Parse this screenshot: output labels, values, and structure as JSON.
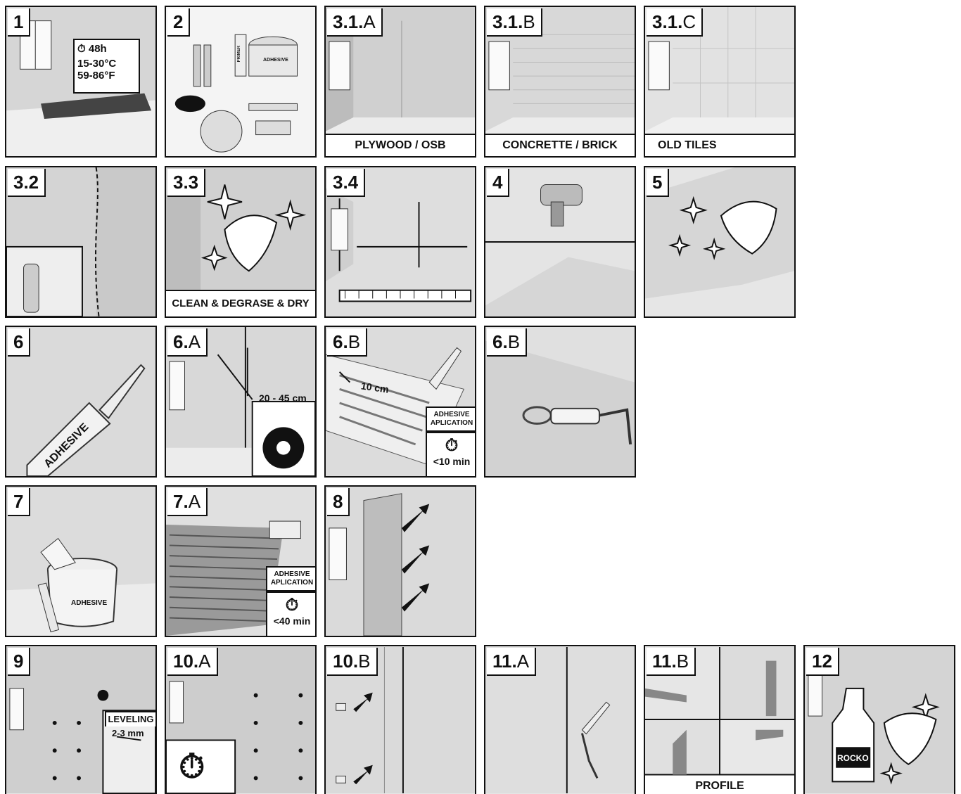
{
  "steps": {
    "s1": {
      "num": "1",
      "suffix": "",
      "time": "48h",
      "temp_c": "15-30°C",
      "temp_f": "59-86°F"
    },
    "s2": {
      "num": "2",
      "suffix": "",
      "bucket_label": "ADHESIVE",
      "primer_label": "PRIMER"
    },
    "s31a": {
      "num": "3.1.",
      "suffix": "A",
      "caption": "PLYWOOD / OSB"
    },
    "s31b": {
      "num": "3.1.",
      "suffix": "B",
      "caption": "CONCRETTE / BRICK"
    },
    "s31c": {
      "num": "3.1.",
      "suffix": "C",
      "caption": "OLD TILES"
    },
    "s32": {
      "num": "3.2",
      "suffix": ""
    },
    "s33": {
      "num": "3.3",
      "suffix": "",
      "caption": "CLEAN & DEGRASE & DRY"
    },
    "s34": {
      "num": "3.4",
      "suffix": ""
    },
    "s4": {
      "num": "4",
      "suffix": ""
    },
    "s5": {
      "num": "5",
      "suffix": ""
    },
    "s6": {
      "num": "6",
      "suffix": "",
      "tube_label": "ADHESIVE"
    },
    "s6a": {
      "num": "6.",
      "suffix": "A",
      "distance": "20 - 45 cm"
    },
    "s6b1": {
      "num": "6.",
      "suffix": "B",
      "spacing": "10 cm",
      "note_line1": "ADHESIVE",
      "note_line2": "APLICATION",
      "time": "<10 min"
    },
    "s6b2": {
      "num": "6.",
      "suffix": "B"
    },
    "s7": {
      "num": "7",
      "suffix": "",
      "bucket_label": "ADHESIVE"
    },
    "s7a": {
      "num": "7.",
      "suffix": "A",
      "note_line1": "ADHESIVE",
      "note_line2": "APLICATION",
      "time": "<40 min"
    },
    "s8": {
      "num": "8",
      "suffix": ""
    },
    "s9": {
      "num": "9",
      "suffix": "",
      "leveling": "LEVELING",
      "gap": "2-3 mm"
    },
    "s10a": {
      "num": "10.",
      "suffix": "A"
    },
    "s10b": {
      "num": "10.",
      "suffix": "B"
    },
    "s11a": {
      "num": "11.",
      "suffix": "A"
    },
    "s11b": {
      "num": "11.",
      "suffix": "B",
      "caption": "PROFILE"
    },
    "s12": {
      "num": "12",
      "suffix": "",
      "bottle_label": "ROCKO"
    }
  },
  "colors": {
    "ink": "#111111",
    "panel_bg": "#e6e6e6",
    "wall": "#d4d4d4",
    "floor": "#ededed"
  }
}
